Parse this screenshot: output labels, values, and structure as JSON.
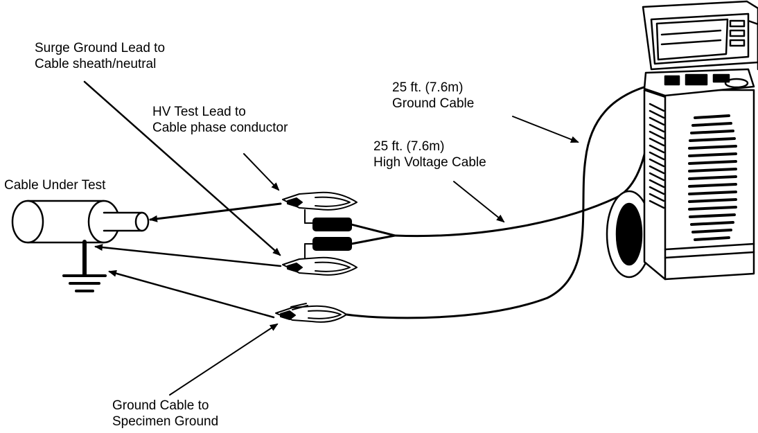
{
  "labels": {
    "surge_ground": {
      "line1": "Surge Ground Lead to",
      "line2": "Cable sheath/neutral"
    },
    "hv_test": {
      "line1": "HV Test Lead to",
      "line2": "Cable phase conductor"
    },
    "cable_under_test": "Cable Under Test",
    "ground_cable_25": {
      "line1": "25 ft. (7.6m)",
      "line2": "Ground Cable"
    },
    "hv_cable_25": {
      "line1": "25 ft. (7.6m)",
      "line2": "High Voltage Cable"
    },
    "specimen_ground": {
      "line1": "Ground Cable to",
      "line2": "Specimen Ground"
    }
  },
  "colors": {
    "ink": "#000000",
    "paper": "#ffffff"
  }
}
